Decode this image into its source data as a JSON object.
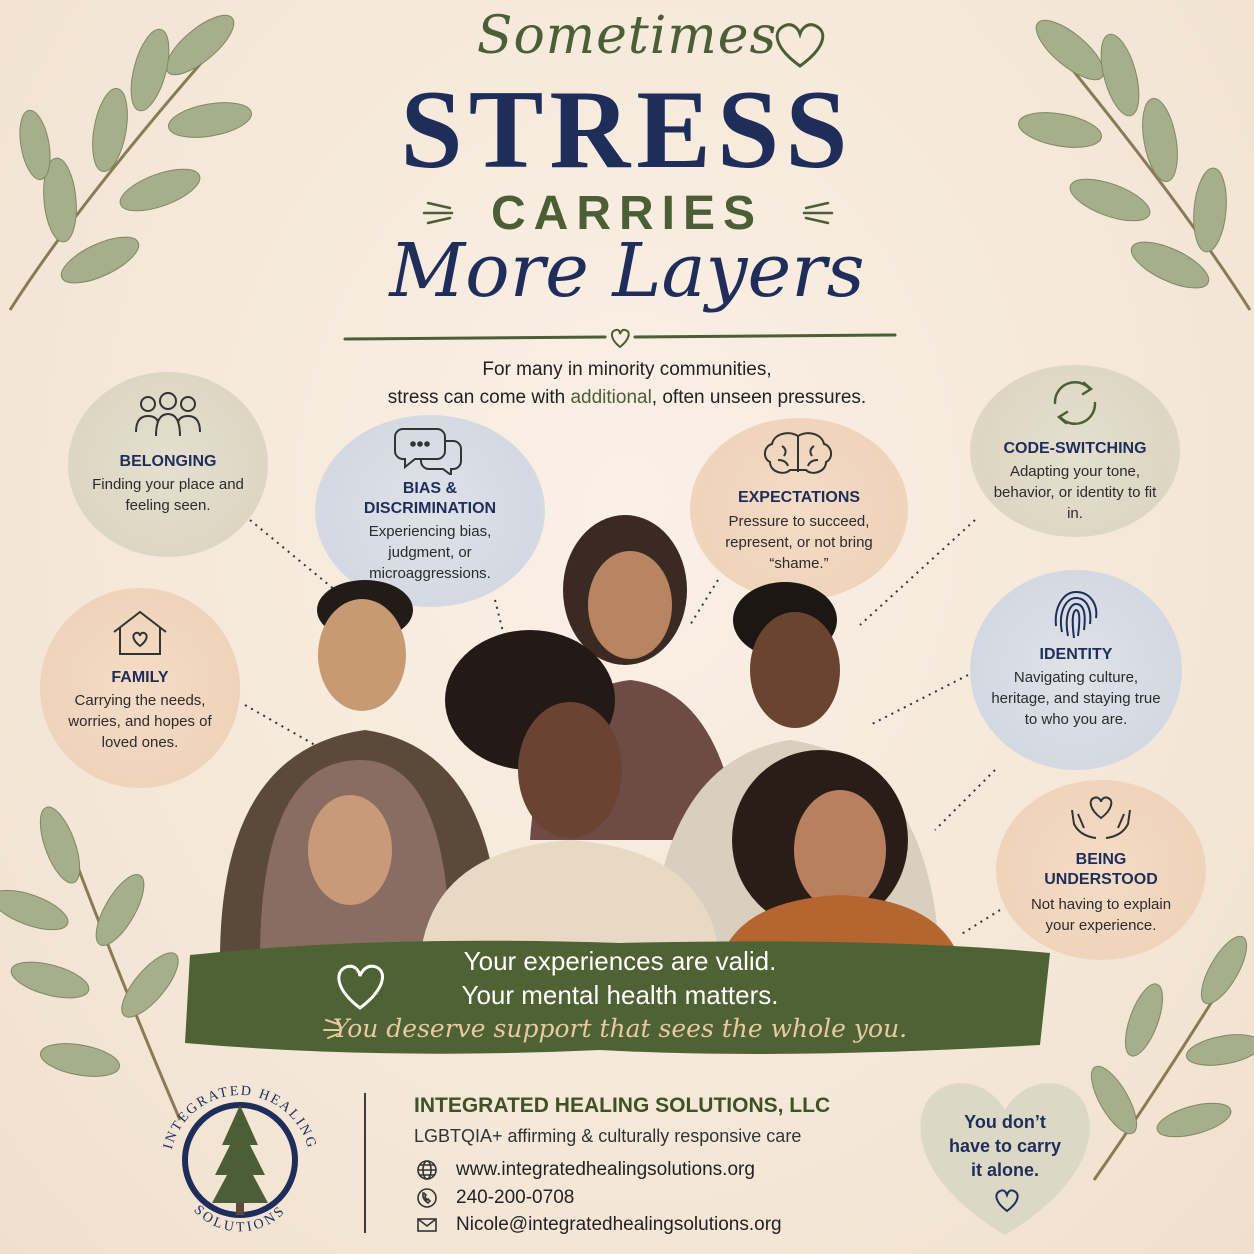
{
  "headline": {
    "sometimes": "Sometimes",
    "stress": "STRESS",
    "carries": "CARRIES",
    "more_layers": "More Layers"
  },
  "subtitle": {
    "line1": "For many in minority communities,",
    "line2_a": "stress can come with ",
    "line2_highlight": "additional",
    "line2_b": ", often unseen pressures."
  },
  "topics": {
    "belonging": {
      "title": "BELONGING",
      "desc": "Finding your place and feeling seen.",
      "icon": "group-people-icon"
    },
    "bias": {
      "title1": "BIAS &",
      "title2": "DISCRIMINATION",
      "desc": "Experiencing bias, judgment, or microaggressions.",
      "icon": "chat-bubbles-icon"
    },
    "expectations": {
      "title": "EXPECTATIONS",
      "desc": "Pressure to succeed, represent, or not bring “shame.”",
      "icon": "brain-icon"
    },
    "code_switching": {
      "title": "CODE-SWITCHING",
      "desc": "Adapting your tone, behavior, or identity to fit in.",
      "icon": "cycle-arrows-icon"
    },
    "family": {
      "title": "FAMILY",
      "desc": "Carrying the needs, worries, and hopes of loved ones.",
      "icon": "house-heart-icon"
    },
    "identity": {
      "title": "IDENTITY",
      "desc": "Navigating culture, heritage, and staying true to who you are.",
      "icon": "fingerprint-icon"
    },
    "understood": {
      "title1": "BEING",
      "title2": "UNDERSTOOD",
      "desc": "Not having to explain your experience.",
      "icon": "hands-heart-icon"
    }
  },
  "banner": {
    "line1": "Your experiences are valid.",
    "line2": "Your mental health matters.",
    "line3": "You deserve support that sees the whole you."
  },
  "footer": {
    "logo_top": "INTEGRATED HEALING",
    "logo_bottom": "SOLUTIONS",
    "company": "INTEGRATED HEALING SOLUTIONS, LLC",
    "tagline": "LGBTQIA+ affirming & culturally responsive care",
    "website": "www.integratedhealingsolutions.org",
    "phone": "240-200-0708",
    "email": "Nicole@integratedhealingsolutions.org"
  },
  "heart_note": {
    "line1": "You don’t",
    "line2": "have to carry",
    "line3": "it alone."
  },
  "colors": {
    "navy": "#1f2d5a",
    "olive": "#4c5e35",
    "banner_green": "#4e6233",
    "cream": "#f6eadd",
    "gold": "#e9c9a1"
  }
}
